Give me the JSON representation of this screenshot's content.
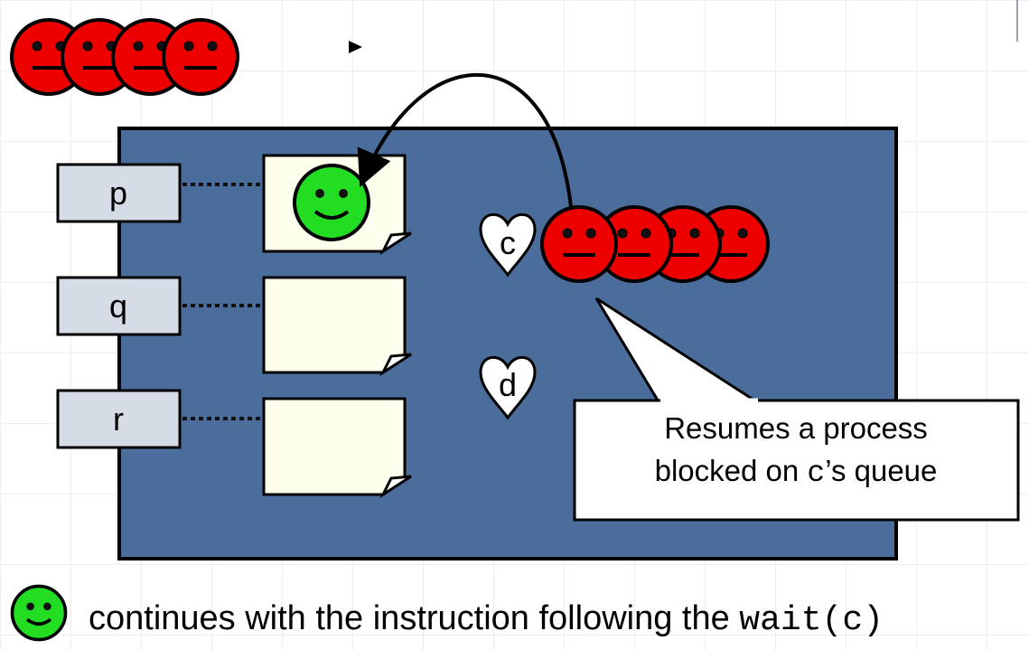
{
  "colors": {
    "monitor": "#4a6d9b",
    "slot_fill": "#ffffee",
    "label_fill": "#d6dce6",
    "red_face": "#ee0000",
    "green_face": "#22dd22"
  },
  "icons": {
    "blocked_process": "frowning-face-icon",
    "running_process": "smiling-face-icon",
    "condition": "heart-icon",
    "pointer": "triangle-pointer-icon"
  },
  "procedures": [
    {
      "label": "p"
    },
    {
      "label": "q"
    },
    {
      "label": "r"
    }
  ],
  "conditions": [
    {
      "label": "c"
    },
    {
      "label": "d"
    }
  ],
  "callout": {
    "line1": "Resumes a process",
    "line2_before": "blocked on ",
    "line2_code": "c",
    "line2_after": "’s  queue"
  },
  "footer": {
    "text": "continues with the instruction following the ",
    "code": "wait(c)"
  }
}
